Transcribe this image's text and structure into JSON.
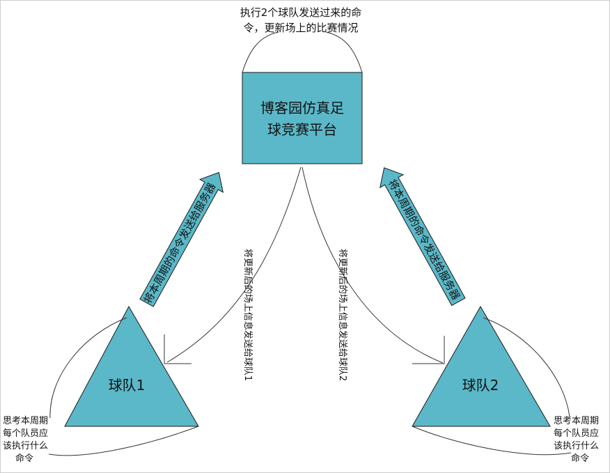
{
  "server": {
    "label_line1": "博客园仿真足",
    "label_line2": "球竞赛平台",
    "fill": "#5bb8c8"
  },
  "server_note": {
    "line1": "执行2个球队发送过来的命",
    "line2": "令，更新场上的比赛情况"
  },
  "team1": {
    "label": "球队1",
    "note_line1": "思考本周期",
    "note_line2": "每个队员应",
    "note_line3": "该执行什么",
    "note_line4": "命令"
  },
  "team2": {
    "label": "球队2",
    "note_line1": "思考本周期",
    "note_line2": "每个队员应",
    "note_line3": "该执行什么",
    "note_line4": "命令"
  },
  "arrows": {
    "team1_to_server": "将本周期的命令发送给服务器",
    "team2_to_server": "将本周期的命令发送给服务器",
    "server_to_team1": "将更新后的场上信息发送给球队1",
    "server_to_team2": "将更新后的场上信息发送给球队2"
  },
  "colors": {
    "shape_fill": "#5bb8c8",
    "outline": "#1a1a1a",
    "curve": "#333333"
  }
}
